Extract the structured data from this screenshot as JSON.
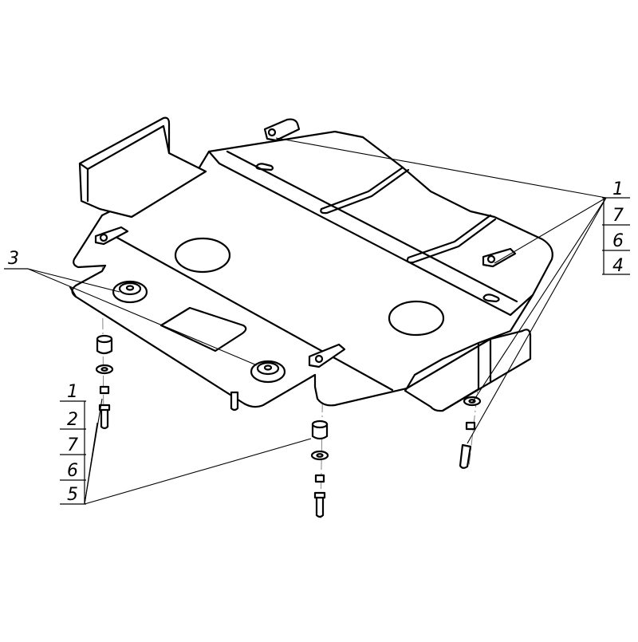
{
  "callouts": {
    "top_right": [
      "1",
      "7",
      "6",
      "4"
    ],
    "left": "3",
    "bottom_left": [
      "1",
      "2",
      "7",
      "6",
      "5"
    ]
  },
  "colors": {
    "line": "#000000",
    "background": "#ffffff",
    "axis": "#777777"
  }
}
